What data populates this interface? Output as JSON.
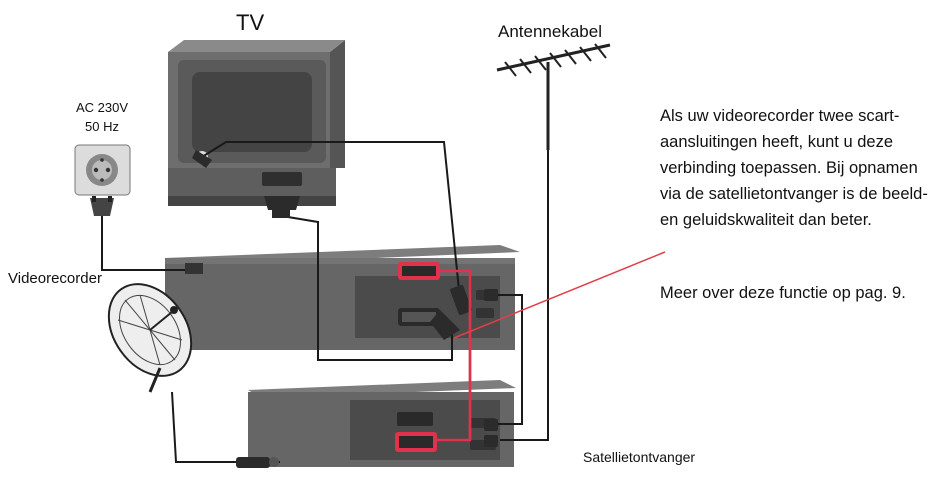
{
  "labels": {
    "tv": "TV",
    "antenna": "Antennekabel",
    "ac_line1": "AC 230V",
    "ac_line2": "50 Hz",
    "vcr": "Videorecorder",
    "sat_receiver": "Satellietontvanger"
  },
  "description": {
    "para1": "Als uw videorecorder twee scart-aansluitingen heeft, kunt u deze verbinding toepassen. Bij opnamen via de satellietontvanger is de beeld- en geluidskwaliteit dan beter.",
    "para2": "Meer over deze functie op pag. 9."
  },
  "colors": {
    "device_fill": "#6b6b6b",
    "device_dark": "#4a4a4a",
    "scart_red": "#e0324a",
    "pointer_red": "#e04048",
    "cable": "#1a1a1a"
  }
}
